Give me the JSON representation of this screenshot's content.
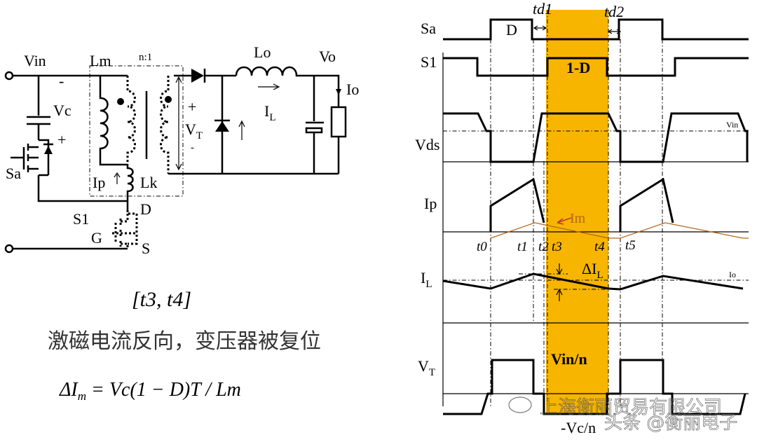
{
  "circuit": {
    "vin": "Vin",
    "lm": "Lm",
    "ratio": "n:1",
    "lo": "Lo",
    "vo": "Vo",
    "vc": "Vc",
    "minus": "-",
    "plus": "+",
    "sa": "Sa",
    "ip": "Ip",
    "lk": "Lk",
    "vt_main": "V",
    "vt_sub": "T",
    "il_main": "I",
    "il_sub": "L",
    "io": "Io",
    "s1": "S1",
    "d": "D",
    "g": "G",
    "s": "S"
  },
  "interval": "[t3, t4]",
  "caption": "激磁电流反向，变压器被复位",
  "formula": {
    "lhs": "ΔI",
    "lhs_sub": "m",
    "rhs": " = Vc(1 − D)T / Lm"
  },
  "waveforms": {
    "signals": [
      "Sa",
      "S1",
      "Vds",
      "Ip"
    ],
    "il_main": "I",
    "il_sub": "L",
    "vt_main": "V",
    "vt_sub": "T",
    "td1": "td1",
    "td2": "td2",
    "duty": "D",
    "duty_comp": "1-D",
    "vin_level": "Vin",
    "io_level": "Io",
    "im": "Im",
    "delta_il_main": "ΔI",
    "delta_il_sub": "L",
    "vin_n": "Vin/n",
    "neg_vc_n": "-Vc/n",
    "time_labels": [
      "t0",
      "t1",
      "t2",
      "t3",
      "t4",
      "t5"
    ],
    "highlight_color": "#f7b500",
    "im_color": "#b5651d"
  },
  "watermark": {
    "company": "上海衡丽贸易有限公司",
    "handle": "头条 @衡丽电子"
  }
}
